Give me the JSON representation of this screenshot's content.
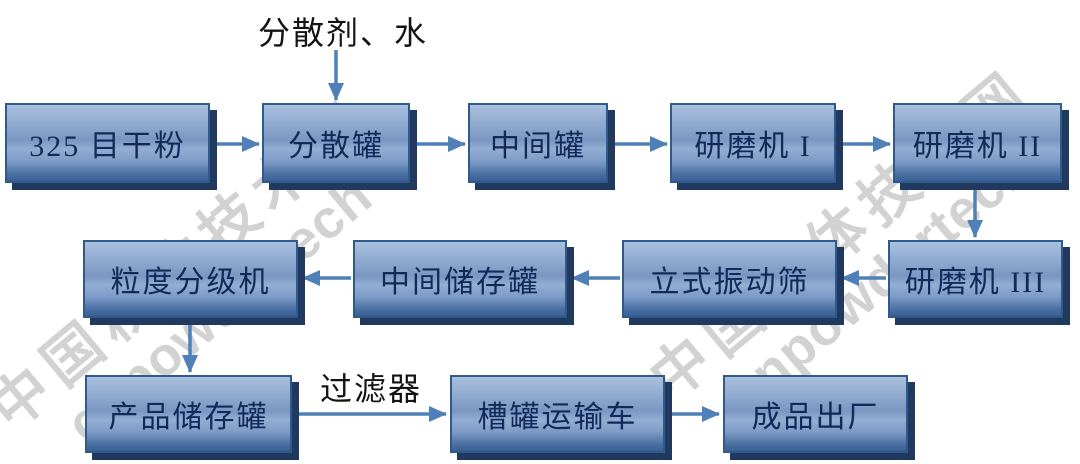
{
  "flowchart": {
    "annotations": {
      "top_input_label": "分散剂、水",
      "filter_label": "过滤器"
    },
    "watermark": {
      "cn": "中国粉体技术网",
      "en": "cnpowdertech"
    },
    "colors": {
      "box_border": "#2e5a8c",
      "box_gradient_top": "#a9c0de",
      "box_gradient_bottom": "#3a5f93",
      "box_shadow": "#22395f",
      "arrow": "#4f80b8",
      "box_text": "#13295a",
      "label_text": "#141414",
      "background": "#ffffff"
    },
    "nodes": [
      {
        "id": "dry-powder",
        "label": "325 目干粉"
      },
      {
        "id": "dispersion-tank",
        "label": "分散罐"
      },
      {
        "id": "intermediate-tank",
        "label": "中间罐"
      },
      {
        "id": "mill-1",
        "label": "研磨机 I"
      },
      {
        "id": "mill-2",
        "label": "研磨机 II"
      },
      {
        "id": "mill-3",
        "label": "研磨机 III"
      },
      {
        "id": "vertical-vibrating-screen",
        "label": "立式振动筛"
      },
      {
        "id": "intermediate-storage-tank",
        "label": "中间储存罐"
      },
      {
        "id": "particle-classifier",
        "label": "粒度分级机"
      },
      {
        "id": "product-storage-tank",
        "label": "产品储存罐"
      },
      {
        "id": "tank-truck",
        "label": "槽罐运输车"
      },
      {
        "id": "finished-product-shipment",
        "label": "成品出厂"
      }
    ],
    "edges": [
      {
        "from": "分散剂、水",
        "to": "分散罐",
        "via": ""
      },
      {
        "from": "325 目干粉",
        "to": "分散罐",
        "via": ""
      },
      {
        "from": "分散罐",
        "to": "中间罐",
        "via": ""
      },
      {
        "from": "中间罐",
        "to": "研磨机 I",
        "via": ""
      },
      {
        "from": "研磨机 I",
        "to": "研磨机 II",
        "via": ""
      },
      {
        "from": "研磨机 II",
        "to": "研磨机 III",
        "via": ""
      },
      {
        "from": "研磨机 III",
        "to": "立式振动筛",
        "via": ""
      },
      {
        "from": "立式振动筛",
        "to": "中间储存罐",
        "via": ""
      },
      {
        "from": "中间储存罐",
        "to": "粒度分级机",
        "via": ""
      },
      {
        "from": "粒度分级机",
        "to": "产品储存罐",
        "via": ""
      },
      {
        "from": "产品储存罐",
        "to": "槽罐运输车",
        "via": "过滤器"
      },
      {
        "from": "槽罐运输车",
        "to": "成品出厂",
        "via": ""
      }
    ]
  }
}
